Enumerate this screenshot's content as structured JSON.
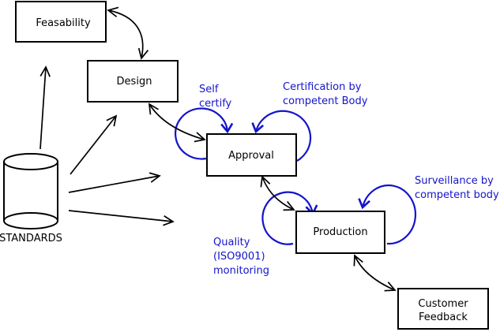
{
  "colors": {
    "ink": "#000000",
    "annotation_blue": "#1414cc",
    "background": "#ffffff"
  },
  "nodes": {
    "feasability": {
      "label": "Feasability"
    },
    "design": {
      "label": "Design"
    },
    "approval": {
      "label": "Approval"
    },
    "production": {
      "label": "Production"
    },
    "customer_feedback": {
      "line1": "Customer",
      "line2": "Feedback"
    },
    "standards": {
      "label": "STANDARDS"
    }
  },
  "annotations": {
    "self_certify": {
      "line1": "Self",
      "line2": "certify"
    },
    "certification": {
      "line1": "Certification by",
      "line2": "competent Body"
    },
    "surveillance": {
      "line1": "Surveillance by",
      "line2": "competent body"
    },
    "quality": {
      "line1": "Quality",
      "line2": "(ISO9001)",
      "line3": "monitoring"
    }
  }
}
